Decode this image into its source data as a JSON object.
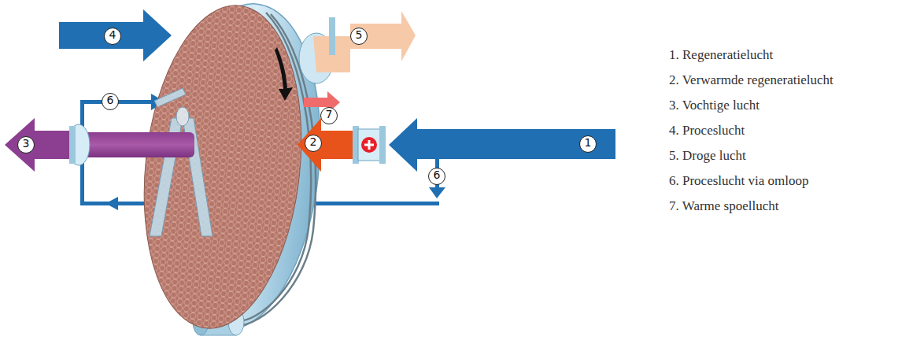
{
  "diagram": {
    "labels": [
      "4",
      "5",
      "6",
      "3",
      "7",
      "2",
      "1",
      "6",
      "1. Regeneratielucht",
      "2. Verwarmde regeneratielucht",
      "3. Vochtige lucht",
      "4. Proceslucht",
      "5. Droge lucht",
      "6. Proceslucht via omloop",
      "7. Warme spoellucht"
    ]
  }
}
